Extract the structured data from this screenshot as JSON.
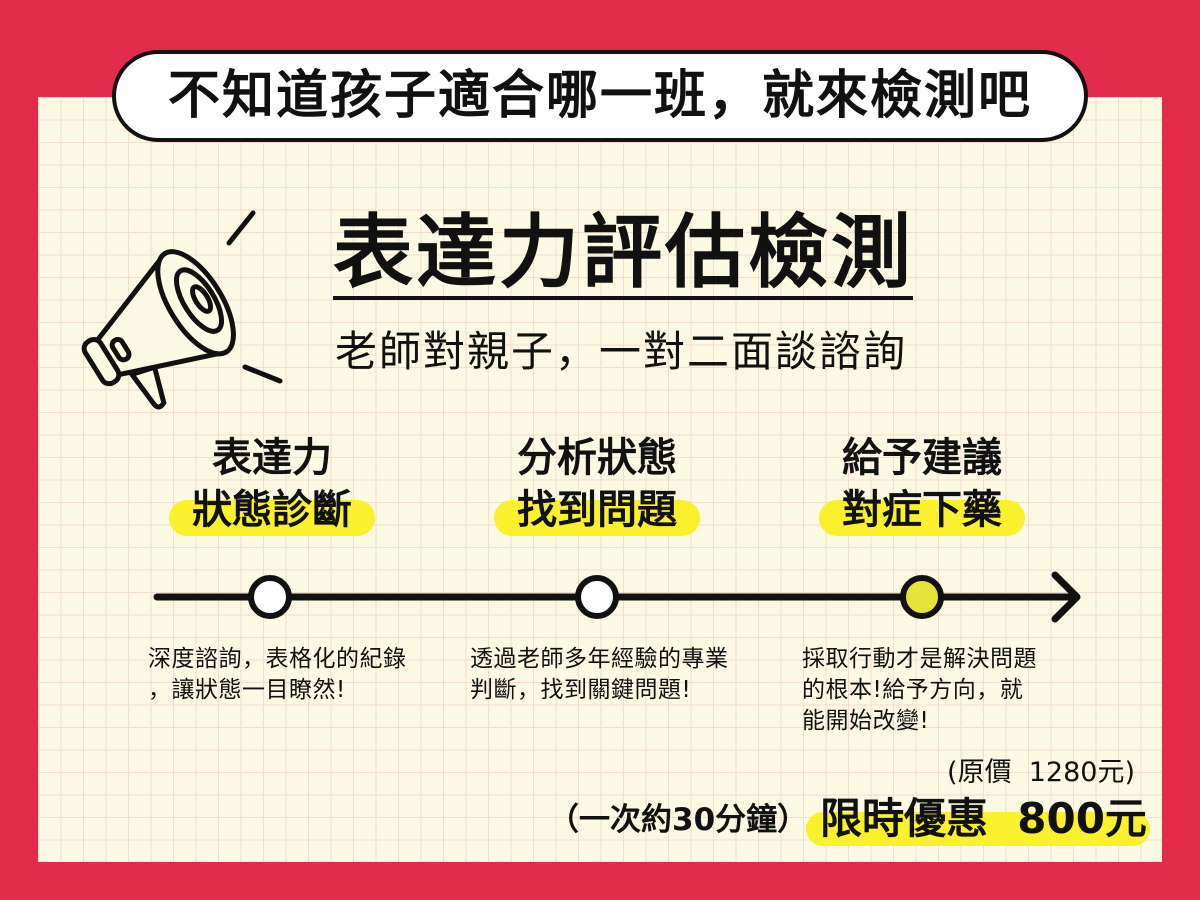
{
  "colors": {
    "frame": "#E32B4B",
    "panel": "#FCF9E2",
    "grid_line": "#F4DCD3",
    "ink": "#111111",
    "highlight": "#FAF02B"
  },
  "header": {
    "text": "不知道孩子適合哪一班，就來檢測吧"
  },
  "title": {
    "text": "表達力評估檢測",
    "subtitle": "老師對親子，一對二面談諮詢"
  },
  "icons": {
    "megaphone": "megaphone-icon"
  },
  "steps": [
    {
      "line1": "表達力",
      "line2": "狀態診斷",
      "description": [
        "深度諮詢，表格化的紀錄",
        "，讓狀態一目瞭然!"
      ],
      "node_color": "#FFFFFF"
    },
    {
      "line1": "分析狀態",
      "line2": "找到問題",
      "description": [
        "透過老師多年經驗的專業",
        "判斷，找到關鍵問題!"
      ],
      "node_color": "#FFFFFF"
    },
    {
      "line1": "給予建議",
      "line2": "對症下藥",
      "description": [
        "採取行動才是解決問題",
        "的根本!給予方向，就",
        "能開始改變!"
      ],
      "node_color": "#E5E23A"
    }
  ],
  "pricing": {
    "original": "(原價  1280元)",
    "duration": "（一次約30分鐘）",
    "offer": "限時優惠  800元"
  }
}
